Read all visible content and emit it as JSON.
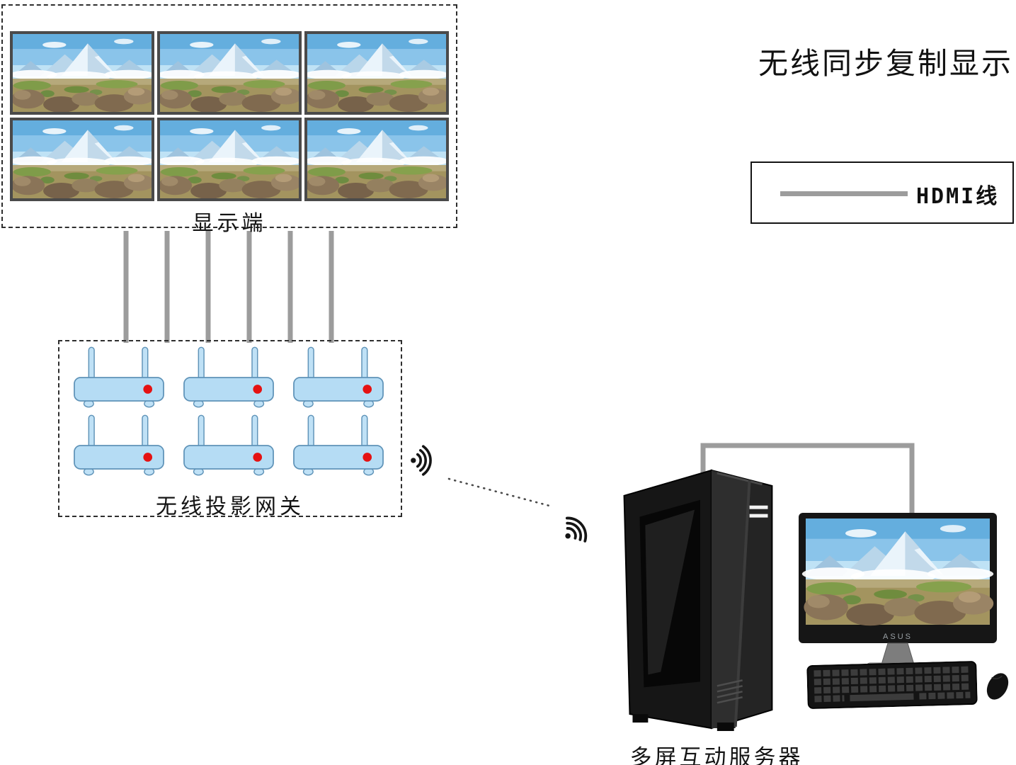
{
  "title": "无线同步复制显示",
  "display_wall": {
    "label": "显示端",
    "rows": 2,
    "cols": 3
  },
  "gateway_group": {
    "label": "无线投影网关",
    "rows": 2,
    "cols": 3
  },
  "server": {
    "label": "多屏互动服务器",
    "monitor_brand": "ASUS"
  },
  "legend": {
    "label": "HDMI线"
  },
  "icons": {
    "wifi": "wifi-signal-icon",
    "cable": "hdmi-cable-line"
  },
  "colors": {
    "hdmi_cable": "#9c9c9c",
    "router_body": "#b5dcf4",
    "router_outline": "#5f93b8",
    "router_led": "#e51212",
    "dashed_border": "#2e2e2e",
    "monitor_frame": "#4a4a4a"
  }
}
